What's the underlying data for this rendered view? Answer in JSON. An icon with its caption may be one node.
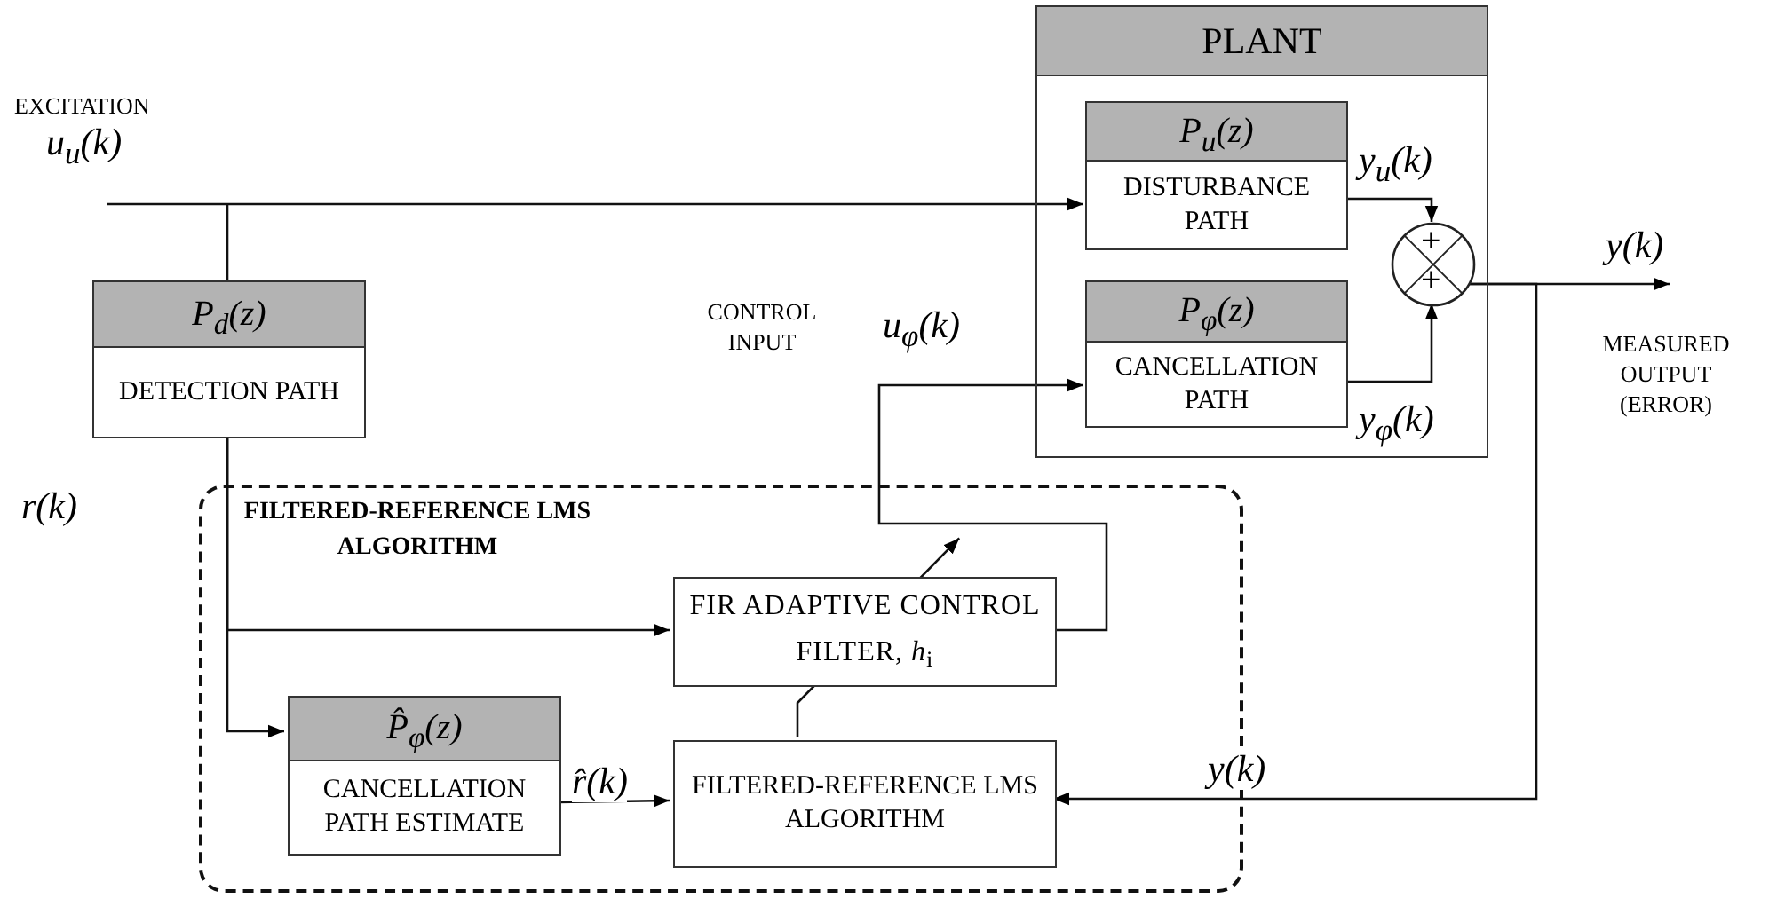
{
  "diagram": {
    "nodes": [
      {
        "text": [
          "EXCITATION",
          "u$_{u}$(k)"
        ]
      },
      {
        "text": [
          "P$_{d}$(z)",
          "DETECTION PATH"
        ]
      },
      {
        "text": [
          "PLANT"
        ]
      },
      {
        "text": [
          "P$_{u}$(z)",
          "DISTURBANCE PATH"
        ],
        "in": 2
      },
      {
        "text": [
          "P$_{φ}$(z)",
          "CANCELLATION PATH"
        ],
        "in": 2
      },
      {
        "text": [
          "+",
          "+"
        ],
        "in": 2
      },
      {
        "text": [
          "FILTERED-REFERENCE LMS ALGORITHM"
        ]
      },
      {
        "text": [
          "FIR ADAPTIVE CONTROL FILTER, *h*$_{i}$"
        ],
        "in": 6
      },
      {
        "text": [
          "P̂$_{φ}$(z)",
          "CANCELLATION PATH ESTIMATE"
        ],
        "in": 6
      },
      {
        "text": [
          "FILTERED-REFERENCE LMS ALGORITHM"
        ],
        "in": 6
      }
    ],
    "edges": [
      {
        "from": 0,
        "to": 3,
        "arrow": "to"
      },
      {
        "from": 0,
        "to": 1,
        "arrow": "none"
      },
      {
        "from": 1,
        "to": 7,
        "arrow": "to",
        "label": "r(k)"
      },
      {
        "from": 1,
        "to": 8,
        "arrow": "to"
      },
      {
        "from": 7,
        "to": 4,
        "arrow": "to",
        "label": "u$_{φ}$(k)"
      },
      {
        "from": 3,
        "to": 5,
        "arrow": "to",
        "label": "y$_{u}$(k)"
      },
      {
        "from": 4,
        "to": 5,
        "arrow": "to",
        "label": "y$_{φ}$(k)"
      },
      {
        "from": 5,
        "to": null,
        "arrow": "to",
        "label": "y(k)"
      },
      {
        "from": 5,
        "to": 9,
        "arrow": "to",
        "label": "y(k)"
      },
      {
        "from": 8,
        "to": 9,
        "arrow": "to",
        "label": "r̂(k)"
      },
      {
        "from": 9,
        "to": 7,
        "arrow": "to"
      }
    ],
    "labels": [
      "CONTROL INPUT",
      "MEASURED OUTPUT (ERROR)"
    ]
  }
}
